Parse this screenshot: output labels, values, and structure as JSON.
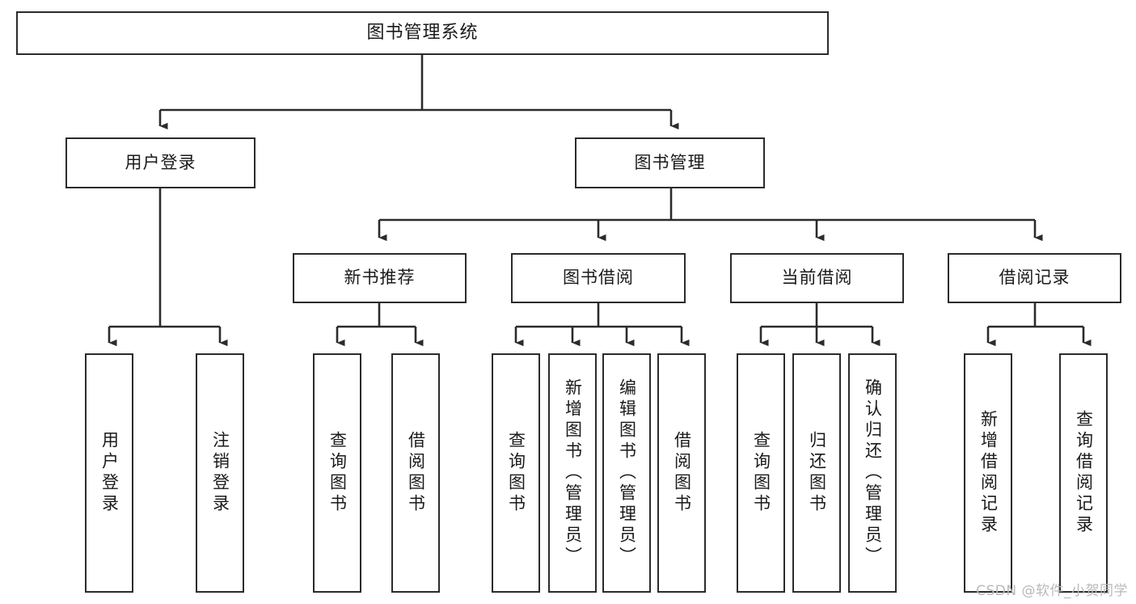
{
  "diagram": {
    "title": "图书管理系统",
    "watermark": "CSDN @软件_小贺同学",
    "line_color": "#2b2b2b",
    "box_fill": "#ffffff",
    "text_color": "#1a1a1a",
    "root": {
      "label": "图书管理系统"
    },
    "level2": [
      {
        "label": "用户登录"
      },
      {
        "label": "图书管理"
      }
    ],
    "level3": [
      {
        "label": "新书推荐"
      },
      {
        "label": "图书借阅"
      },
      {
        "label": "当前借阅"
      },
      {
        "label": "借阅记录"
      }
    ],
    "leaves": [
      {
        "label": "用户登录"
      },
      {
        "label": "注销登录"
      },
      {
        "label": "查询图书"
      },
      {
        "label": "借阅图书"
      },
      {
        "label": "查询图书"
      },
      {
        "label": "新增图书（管理员）"
      },
      {
        "label": "编辑图书（管理员）"
      },
      {
        "label": "借阅图书"
      },
      {
        "label": "查询图书"
      },
      {
        "label": "归还图书"
      },
      {
        "label": "确认归还（管理员）"
      },
      {
        "label": "新增借阅记录"
      },
      {
        "label": "查询借阅记录"
      }
    ]
  }
}
